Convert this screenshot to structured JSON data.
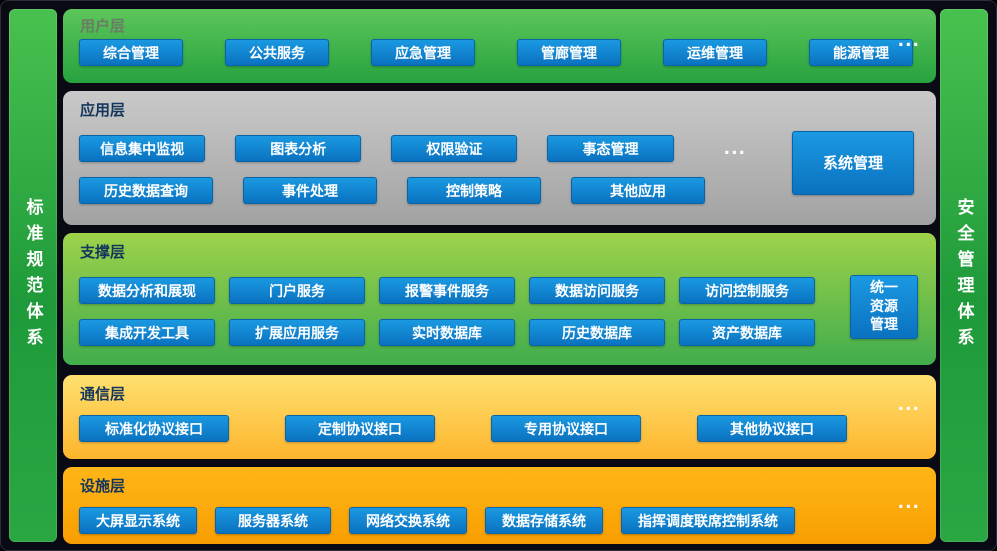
{
  "pillars": {
    "left": {
      "label": "标准规范体系"
    },
    "right": {
      "label": "安全管理体系"
    }
  },
  "layers": [
    {
      "id": "user",
      "title": "用户层",
      "rows": [
        [
          "综合管理",
          "公共服务",
          "应急管理",
          "管廊管理",
          "运维管理",
          "能源管理"
        ]
      ],
      "ellipsis": "..."
    },
    {
      "id": "application",
      "title": "应用层",
      "rows": [
        [
          "信息集中监视",
          "图表分析",
          "权限验证",
          "事态管理"
        ],
        [
          "历史数据查询",
          "事件处理",
          "控制策略",
          "其他应用"
        ]
      ],
      "row_ellipsis": "...",
      "side_button": {
        "name": "system-management-button",
        "label": "系统管理"
      }
    },
    {
      "id": "support",
      "title": "支撑层",
      "rows": [
        [
          "数据分析和展现",
          "门户服务",
          "报警事件服务",
          "数据访问服务",
          "访问控制服务"
        ],
        [
          "集成开发工具",
          "扩展应用服务",
          "实时数据库",
          "历史数据库",
          "资产数据库"
        ]
      ],
      "side_button": {
        "name": "unified-resource-button",
        "label": "统一资源管理",
        "lines": [
          "统一",
          "资源",
          "管理"
        ]
      }
    },
    {
      "id": "communication",
      "title": "通信层",
      "rows": [
        [
          "标准化协议接口",
          "定制协议接口",
          "专用协议接口",
          "其他协议接口"
        ]
      ],
      "ellipsis": "..."
    },
    {
      "id": "facility",
      "title": "设施层",
      "rows": [
        [
          "大屏显示系统",
          "服务器系统",
          "网络交换系统",
          "数据存储系统",
          "指挥调度联席控制系统"
        ]
      ],
      "ellipsis": "..."
    }
  ],
  "colors": {
    "background": "#0a0a14",
    "pillar_green": "#1f9a3a",
    "layer_user": "#27a23f",
    "layer_application": "#a2a2a2",
    "layer_support": "#41ad4c",
    "layer_communication": "#fdb52d",
    "layer_facility": "#f89e02",
    "button_blue": "#0a72c0",
    "button_text": "#ffffff",
    "title_navy": "#14365c"
  }
}
